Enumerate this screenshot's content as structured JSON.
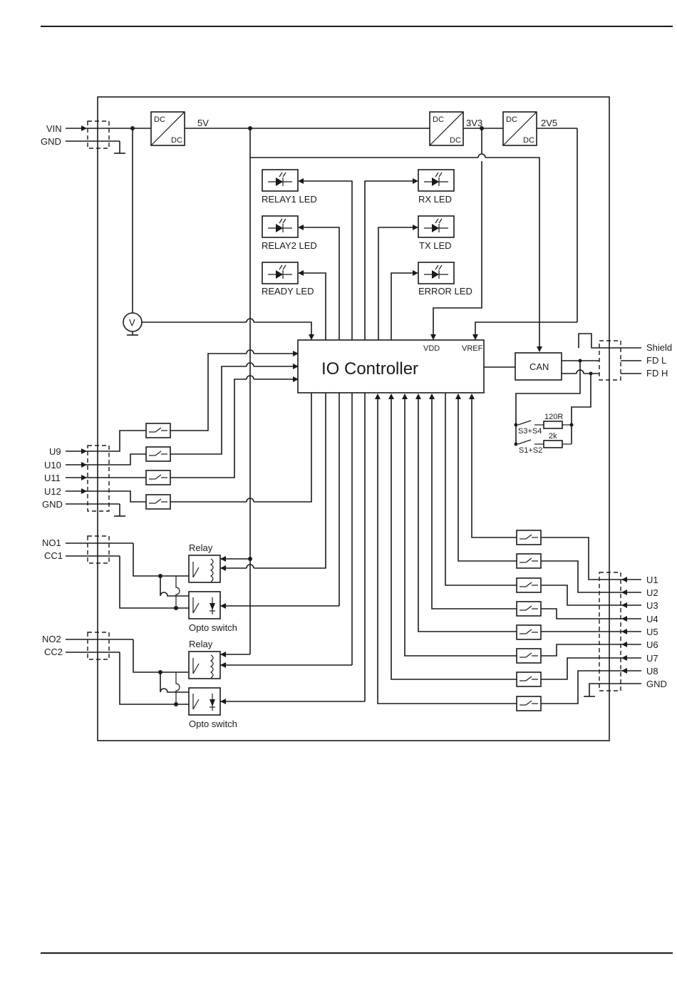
{
  "labels": {
    "vin": "VIN",
    "gnd": "GND",
    "dc": "DC",
    "v5": "5V",
    "v33": "3V3",
    "v25": "2V5",
    "relay1_led": "RELAY1 LED",
    "relay2_led": "RELAY2 LED",
    "ready_led": "READY LED",
    "rx_led": "RX LED",
    "tx_led": "TX LED",
    "error_led": "ERROR LED",
    "voltmeter": "V",
    "controller": "IO Controller",
    "vdd": "VDD",
    "vref": "VREF",
    "can": "CAN",
    "shield": "Shield",
    "fdl": "FD L",
    "fdh": "FD H",
    "r120": "120R",
    "r2k": "2k",
    "s34": "S3+S4",
    "s12": "S1+S2",
    "u9": "U9",
    "u10": "U10",
    "u11": "U11",
    "u12": "U12",
    "no1": "NO1",
    "cc1": "CC1",
    "no2": "NO2",
    "cc2": "CC2",
    "relay": "Relay",
    "opto": "Opto switch",
    "u1": "U1",
    "u2": "U2",
    "u3": "U3",
    "u4": "U4",
    "u5": "U5",
    "u6": "U6",
    "u7": "U7",
    "u8": "U8"
  }
}
